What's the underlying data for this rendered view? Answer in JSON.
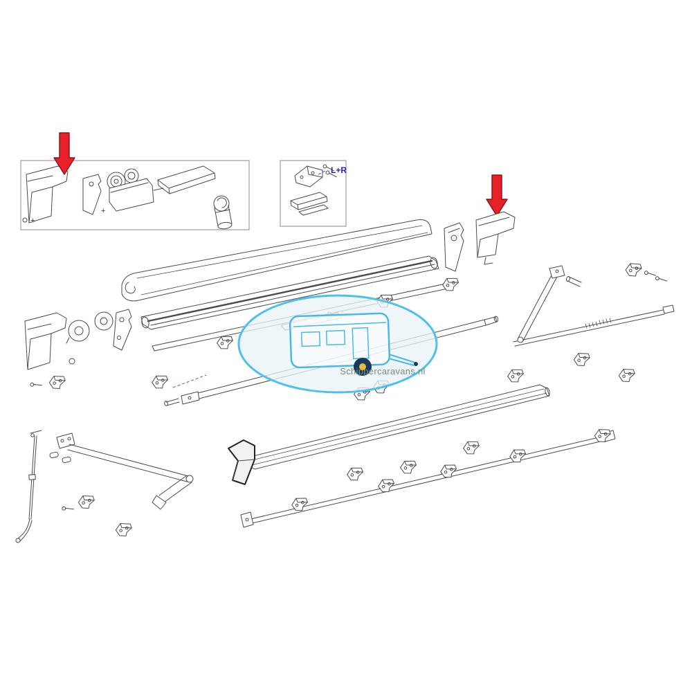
{
  "labels": {
    "lr": "L+R",
    "plus_marks": [
      "+",
      "+"
    ]
  },
  "watermark": {
    "text": "Schippercaravans.nl"
  },
  "colors": {
    "line": "#4a4a4a",
    "arrow_red": "#e62129",
    "arrow_red_outline": "#8c1116",
    "blue_label": "#2323cc",
    "leader_blue": "#4a5bd6",
    "watermark_stroke": "#4fc0ec",
    "watermark_text": "#79907f",
    "wheel_dark": "#1c3a57",
    "wheel_hub": "#e8b83a"
  },
  "icons": {
    "arrow_left": "red-down-arrow",
    "arrow_right": "red-down-arrow",
    "watermark_logo": "caravan-outline"
  }
}
